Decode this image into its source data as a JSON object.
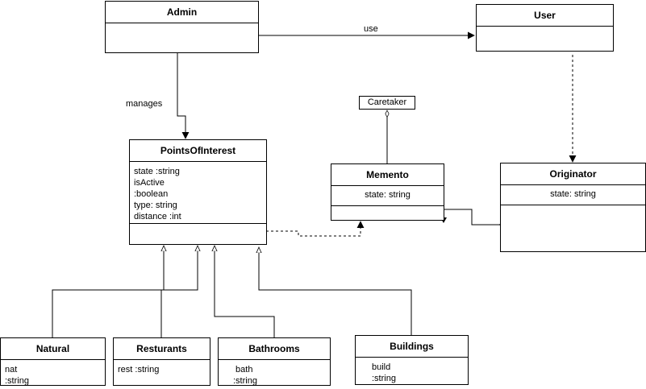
{
  "classes": {
    "admin": {
      "name": "Admin"
    },
    "user": {
      "name": "User"
    },
    "points_of_interest": {
      "name": "PointsOfInterest",
      "attributes": [
        "state :string",
        "isActive",
        ":boolean",
        "type: string",
        "distance :int"
      ]
    },
    "memento": {
      "name": "Memento",
      "attributes": [
        "state: string"
      ]
    },
    "originator": {
      "name": "Originator",
      "attributes": [
        "state: string"
      ]
    },
    "natural": {
      "name": "Natural",
      "attributes": [
        "nat",
        ":string"
      ]
    },
    "resturants": {
      "name": "Resturants",
      "attributes": [
        "rest :string"
      ]
    },
    "bathrooms": {
      "name": "Bathrooms",
      "attributes": [
        " bath",
        ":string"
      ]
    },
    "buildings": {
      "name": "Buildings",
      "attributes": [
        "build",
        ":string"
      ]
    }
  },
  "caretaker": {
    "name": "Caretaker"
  },
  "relations": {
    "use": "use",
    "manages": "manages"
  }
}
